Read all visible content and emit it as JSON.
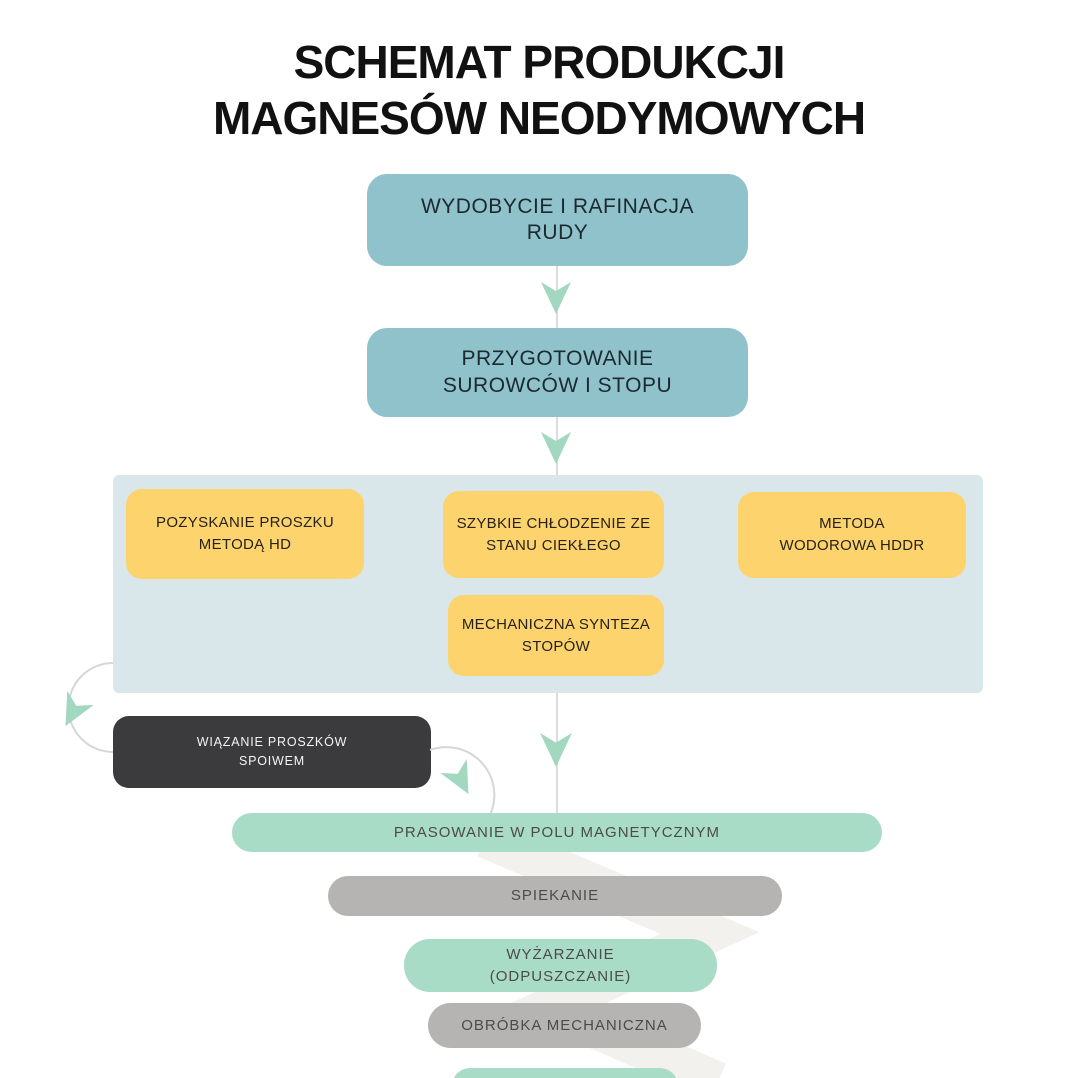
{
  "title": {
    "line1": "SCHEMAT PRODUKCJI",
    "line2": "MAGNESÓW NEODYMOWYCH"
  },
  "flow": {
    "step1": "WYDOBYCIE I RAFINACJA\nRUDY",
    "step2": "PRZYGOTOWANIE\nSUROWCÓW I STOPU"
  },
  "methods": {
    "hd": "POZYSKANIE PROSZKU\nMETODĄ HD",
    "cooling": "SZYBKIE CHŁODZENIE ZE\nSTANU CIEKŁEGO",
    "hddr": "METODA\nWODOROWA HDDR",
    "mechanical": "MECHANICZNA SYNTEZA\nSTOPÓW"
  },
  "bonded": "WIĄZANIE PROSZKÓW\nSPOIWEM",
  "pipeline": {
    "pressing": "PRASOWANIE W POLU MAGNETYCZNYM",
    "sintering": "SPIEKANIE",
    "annealing": "WYŻARZANIE\n(ODPUSZCZANIE)",
    "machining": "OBRÓBKA MECHANICZNA"
  },
  "colors": {
    "teal": "#8fc2cb",
    "panel": "#d9e7ea",
    "yellow": "#fcd36d",
    "dark": "#3b3b3d",
    "mint": "#a9dcc7",
    "gray": "#b5b4b3",
    "arrow": "#a3d8c0",
    "line": "#dcdcdc"
  }
}
